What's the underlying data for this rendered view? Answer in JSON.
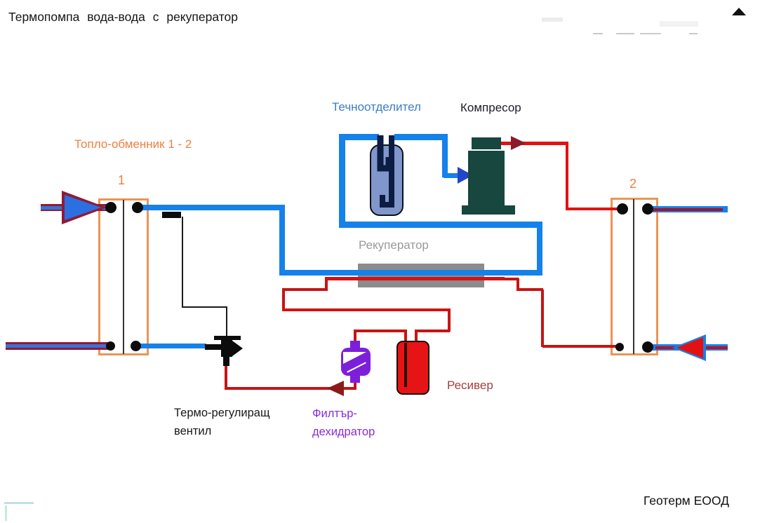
{
  "title": "Термопомпа вода-вода с рекуператор",
  "window": {
    "scroll_up_icon": "▲"
  },
  "diagram": {
    "labels": {
      "liquid_separator": "Течноотделител",
      "compressor": "Компресор",
      "heat_exchangers_title": "Топло-обменник 1 - 2",
      "hx1_number": "1",
      "hx2_number": "2",
      "recuperator": "Рекуператор",
      "receiver": "Ресивер",
      "trv_line1": "Термо-регулиращ",
      "trv_line2": "вентил",
      "filter_line1": "Филтър-",
      "filter_line2": "дехидратор"
    },
    "colors": {
      "suction_pipe_blue": "#1581EA",
      "discharge_pipe_red": "#E31111",
      "liquid_line_red": "#C81313",
      "heat_exchanger_orange": "#EC9455",
      "compressor_teal": "#17473F",
      "recuperator_gray": "#8C8C8C",
      "receiver_red": "#E61414",
      "filter_purple": "#7D1FD9",
      "separator_body_blue": "#8197CB",
      "arrow_maroon": "#8E1B38",
      "label_blue": "#3C7EC8",
      "label_orange": "#F08040",
      "label_gray": "#999999",
      "label_receiver_red": "#A53E3E",
      "label_purple": "#8A2BD6"
    }
  },
  "footer": {
    "company": "Геотерм ЕООД"
  }
}
